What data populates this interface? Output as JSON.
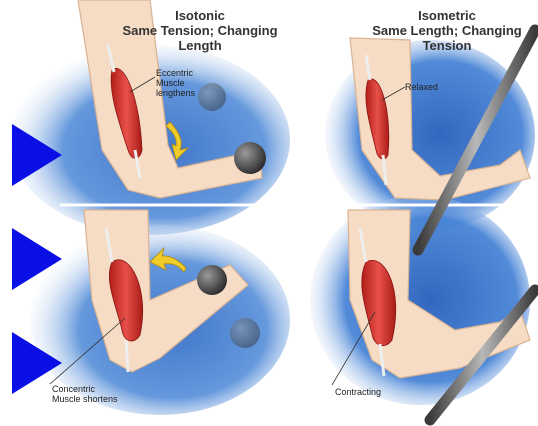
{
  "isotonic": {
    "title": "Isotonic",
    "subtitle": "Same Tension; Changing Length",
    "eccentric_label": [
      "Eccentric",
      "Muscle",
      "lengthens"
    ],
    "concentric_label": [
      "Concentric",
      "Muscle shortens"
    ]
  },
  "isometric": {
    "title": "Isometric",
    "subtitle": "Same Length; Changing Tension",
    "relaxed_label": "Relaxed",
    "contracting_label": "Contracting"
  },
  "colors": {
    "background_blue": "#2a6fc9",
    "skin": "#f6dcc4",
    "muscle": "#d8302a",
    "pointer_arrow": "#0a0fe6"
  },
  "icons": [
    "play-arrow-icon",
    "dumbbell-weight-icon",
    "motion-arrow-icon",
    "bar-handle-icon"
  ]
}
